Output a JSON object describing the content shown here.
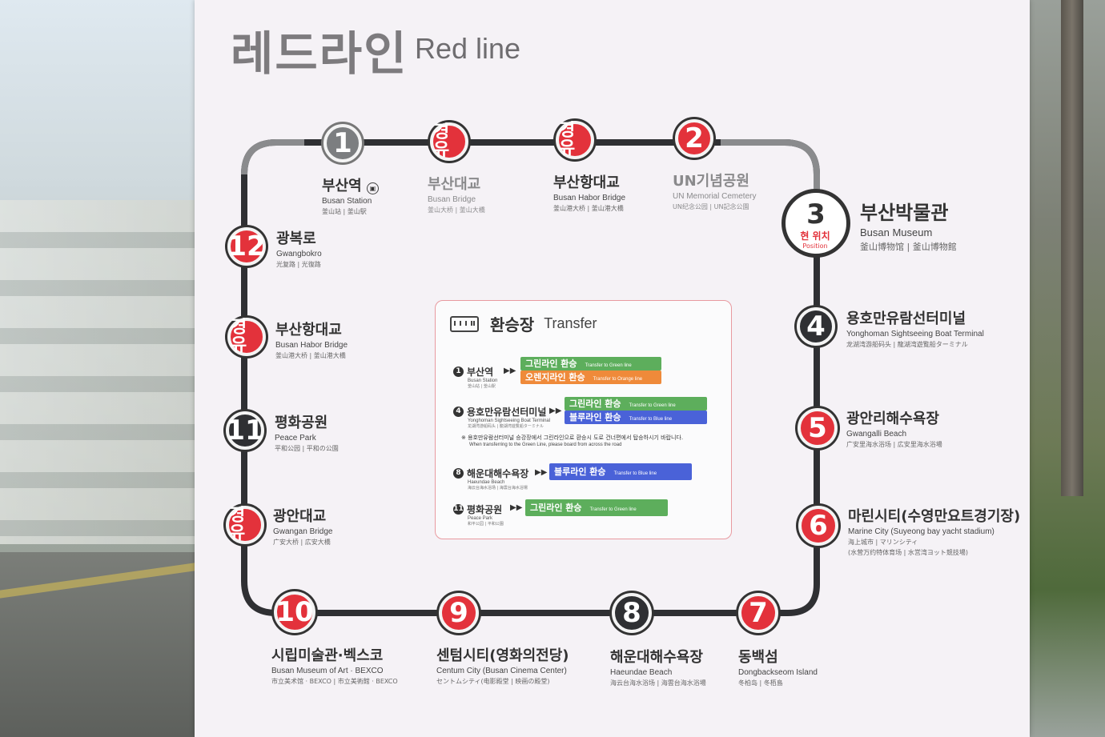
{
  "title": {
    "ko": "레드라인",
    "en": "Red line"
  },
  "transfer_marker": "경유",
  "current_position": {
    "ko": "현 위치",
    "en": "Position"
  },
  "stops": [
    {
      "id": "1",
      "ko": "부산역",
      "en": "Busan Station",
      "cj": "釜山站 | 釜山駅",
      "style": "gray"
    },
    {
      "id": "t1",
      "ko": "부산대교",
      "en": "Busan Bridge",
      "cj": "釜山大桥 | 釜山大橋",
      "style": "red-transfer",
      "faded": true
    },
    {
      "id": "t2",
      "ko": "부산항대교",
      "en": "Busan Habor Bridge",
      "cj": "釜山港大桥 | 釜山港大橋",
      "style": "red-transfer"
    },
    {
      "id": "2",
      "ko": "UN기념공원",
      "en": "UN Memorial Cemetery",
      "cj": "UN纪念公园 | UN記念公園",
      "style": "red",
      "faded": true
    },
    {
      "id": "3",
      "ko": "부산박물관",
      "en": "Busan Museum",
      "cj": "釜山博物馆 | 釜山博物館",
      "style": "current"
    },
    {
      "id": "4",
      "ko": "용호만유람선터미널",
      "en": "Yonghoman Sightseeing Boat Terminal",
      "cj": "龙湖湾游船码头 | 龍湖湾遊覧船ターミナル",
      "style": "dark"
    },
    {
      "id": "5",
      "ko": "광안리해수욕장",
      "en": "Gwangalli Beach",
      "cj": "广安里海水浴场 | 広安里海水浴場",
      "style": "red"
    },
    {
      "id": "6",
      "ko": "마린시티(수영만요트경기장)",
      "en": "Marine City (Suyeong bay yacht stadium)",
      "cj": "海上城市 | マリンシティ",
      "cj2": "(水营万约特体育场 | 水営湾ヨット競技場)",
      "style": "red"
    },
    {
      "id": "7",
      "ko": "동백섬",
      "en": "Dongbackseom Island",
      "cj": "冬柏岛 | 冬栢島",
      "style": "red"
    },
    {
      "id": "8",
      "ko": "해운대해수욕장",
      "en": "Haeundae Beach",
      "cj": "海云台海水浴场 | 海雲台海水浴場",
      "style": "dark"
    },
    {
      "id": "9",
      "ko": "센텀시티(영화의전당)",
      "en": "Centum City (Busan Cinema Center)",
      "cj": "セントムシティ(电影殿堂 | 映画の殿堂)",
      "style": "red"
    },
    {
      "id": "10",
      "ko": "시립미술관·벡스코",
      "en": "Busan Museum of Art · BEXCO",
      "cj": "市立美术馆 · BEXCO | 市立美術館 · BEXCO",
      "style": "red"
    },
    {
      "id": "t3",
      "ko": "광안대교",
      "en": "Gwangan Bridge",
      "cj": "广安大桥 | 広安大橋",
      "style": "red-transfer"
    },
    {
      "id": "11",
      "ko": "평화공원",
      "en": "Peace Park",
      "cj": "平和公园 | 平和の公園",
      "style": "dark"
    },
    {
      "id": "t4",
      "ko": "부산항대교",
      "en": "Busan Habor Bridge",
      "cj": "釜山港大桥 | 釜山港大橋",
      "style": "red-transfer"
    },
    {
      "id": "12",
      "ko": "광복로",
      "en": "Gwangbokro",
      "cj": "光复路 | 光復路",
      "style": "red"
    }
  ],
  "transfer": {
    "title_ko": "환승장",
    "title_en": "Transfer",
    "rows": [
      {
        "num": "1",
        "name": "부산역",
        "en": "Busan Station",
        "cj": "釜山站 | 釜山駅",
        "badges": [
          {
            "label": "그린라인 환승",
            "sub": "Transfer to Green line",
            "color": "green"
          },
          {
            "label": "오렌지라인 환승",
            "sub": "Transfer to Orange line",
            "color": "orange"
          }
        ]
      },
      {
        "num": "4",
        "name": "용호만유람선터미널",
        "en": "Yonghoman Sightseeing Boat Terminal",
        "cj": "龙湖湾游船码头 | 龍湖湾遊覧船ターミナル",
        "badges": [
          {
            "label": "그린라인 환승",
            "sub": "Transfer to Green line",
            "color": "green"
          },
          {
            "label": "블루라인 환승",
            "sub": "Transfer to Blue line",
            "color": "blue"
          }
        ]
      },
      {
        "num": "8",
        "name": "해운대해수욕장",
        "en": "Haeundae Beach",
        "cj": "海云台海水浴场 | 海雲台海水浴場",
        "badges": [
          {
            "label": "블루라인 환승",
            "sub": "Transfer to Blue line",
            "color": "blue"
          }
        ]
      },
      {
        "num": "11",
        "name": "평화공원",
        "en": "Peace Park",
        "cj": "和平公园 | 平和公園",
        "badges": [
          {
            "label": "그린라인 환승",
            "sub": "Transfer to Green line",
            "color": "green"
          }
        ]
      }
    ],
    "note_ko": "※ 용호만유람선터미널 승강장에서 그린라인으로 환승시 도로 건너편에서 탑승하시기 바랍니다.",
    "note_en": "When transferring to the Green Line, please board from across the road"
  }
}
